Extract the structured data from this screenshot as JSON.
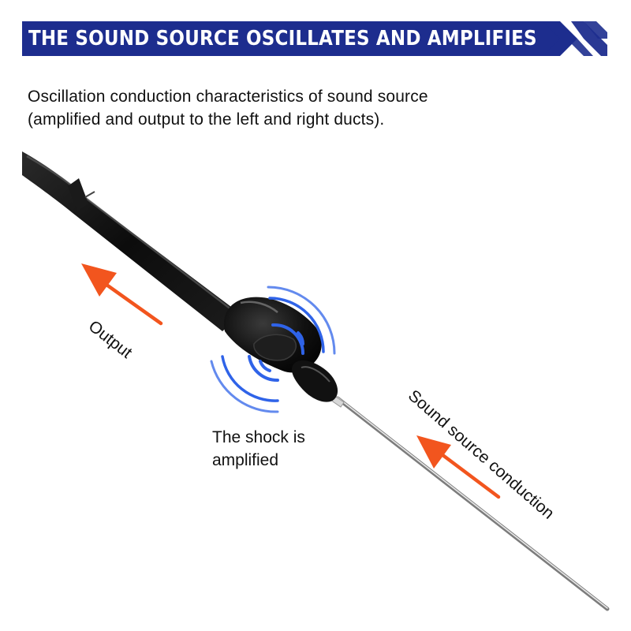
{
  "banner": {
    "title": "THE SOUND SOURCE OSCILLATES AND AMPLIFIES"
  },
  "intro": {
    "line1": "Oscillation conduction characteristics of sound source",
    "line2": "(amplified and output to the left and right ducts)."
  },
  "labels": {
    "output": "Output",
    "sound_source": "Sound source conduction",
    "shock_line1": "The shock is",
    "shock_line2": "amplified"
  },
  "colors": {
    "banner_blue": "#1d2d8e",
    "arrow_orange": "#f2551e",
    "wave_blue": "#2f63e8",
    "tube_black": "#0c0c0c"
  },
  "icons": {
    "arrows": "arrow-icon",
    "waves": "sound-wave-icon"
  }
}
